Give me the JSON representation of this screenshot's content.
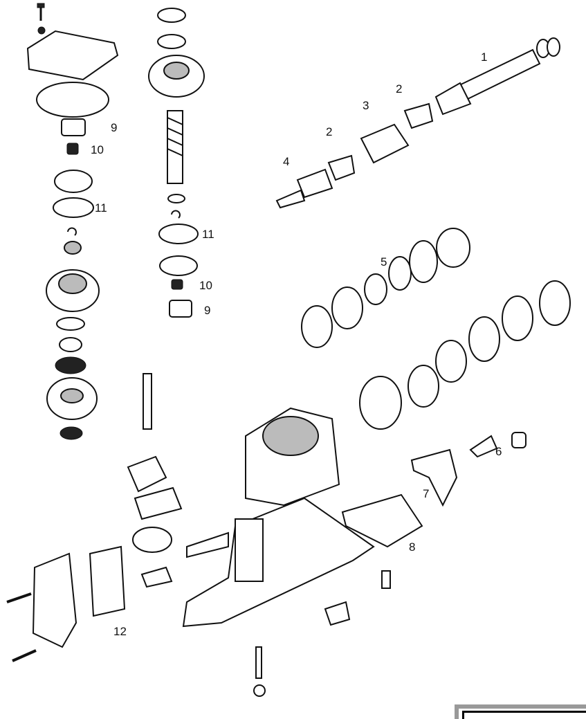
{
  "diagram": {
    "labels": {
      "l1": "1",
      "l2a": "2",
      "l3": "3",
      "l2b": "2",
      "l4": "4",
      "l9a": "9",
      "l10a": "10",
      "l11a": "11",
      "l11b": "11",
      "l10b": "10",
      "l9b": "9",
      "l5": "5",
      "l6": "6",
      "l7": "7",
      "l8": "8",
      "l12": "12"
    }
  }
}
